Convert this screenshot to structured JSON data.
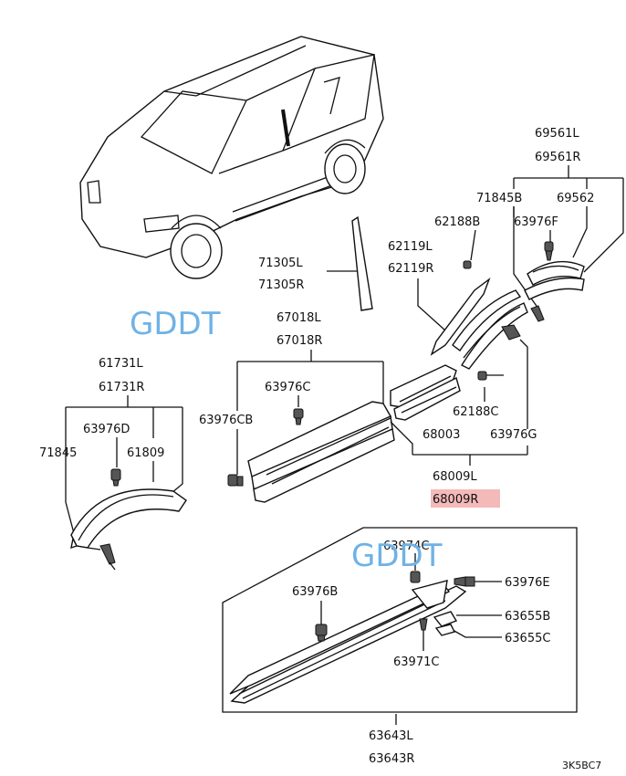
{
  "watermark": "GDDT",
  "diagram_code": "3K5BC7",
  "labels": {
    "p69561L": "69561L",
    "p69561R": "69561R",
    "p71845B": "71845B",
    "p69562": "69562",
    "p62188B": "62188B",
    "p63976F": "63976F",
    "p62119L": "62119L",
    "p62119R": "62119R",
    "p71305L": "71305L",
    "p71305R": "71305R",
    "p67018L": "67018L",
    "p67018R": "67018R",
    "p63976C": "63976C",
    "p63976CB": "63976CB",
    "p62188C": "62188C",
    "p68003": "68003",
    "p63976G": "63976G",
    "p68009L": "68009L",
    "p68009R": "68009R",
    "p61731L": "61731L",
    "p61731R": "61731R",
    "p63976D": "63976D",
    "p71845": "71845",
    "p61809": "61809",
    "p63974C": "63974C",
    "p63976E": "63976E",
    "p63976B": "63976B",
    "p63655B": "63655B",
    "p63655C": "63655C",
    "p63971C": "63971C",
    "p63643L": "63643L",
    "p63643R": "63643R"
  },
  "colors": {
    "line": "#111111",
    "highlight": "#f4b9b9",
    "watermark": "#6fb2e6"
  }
}
